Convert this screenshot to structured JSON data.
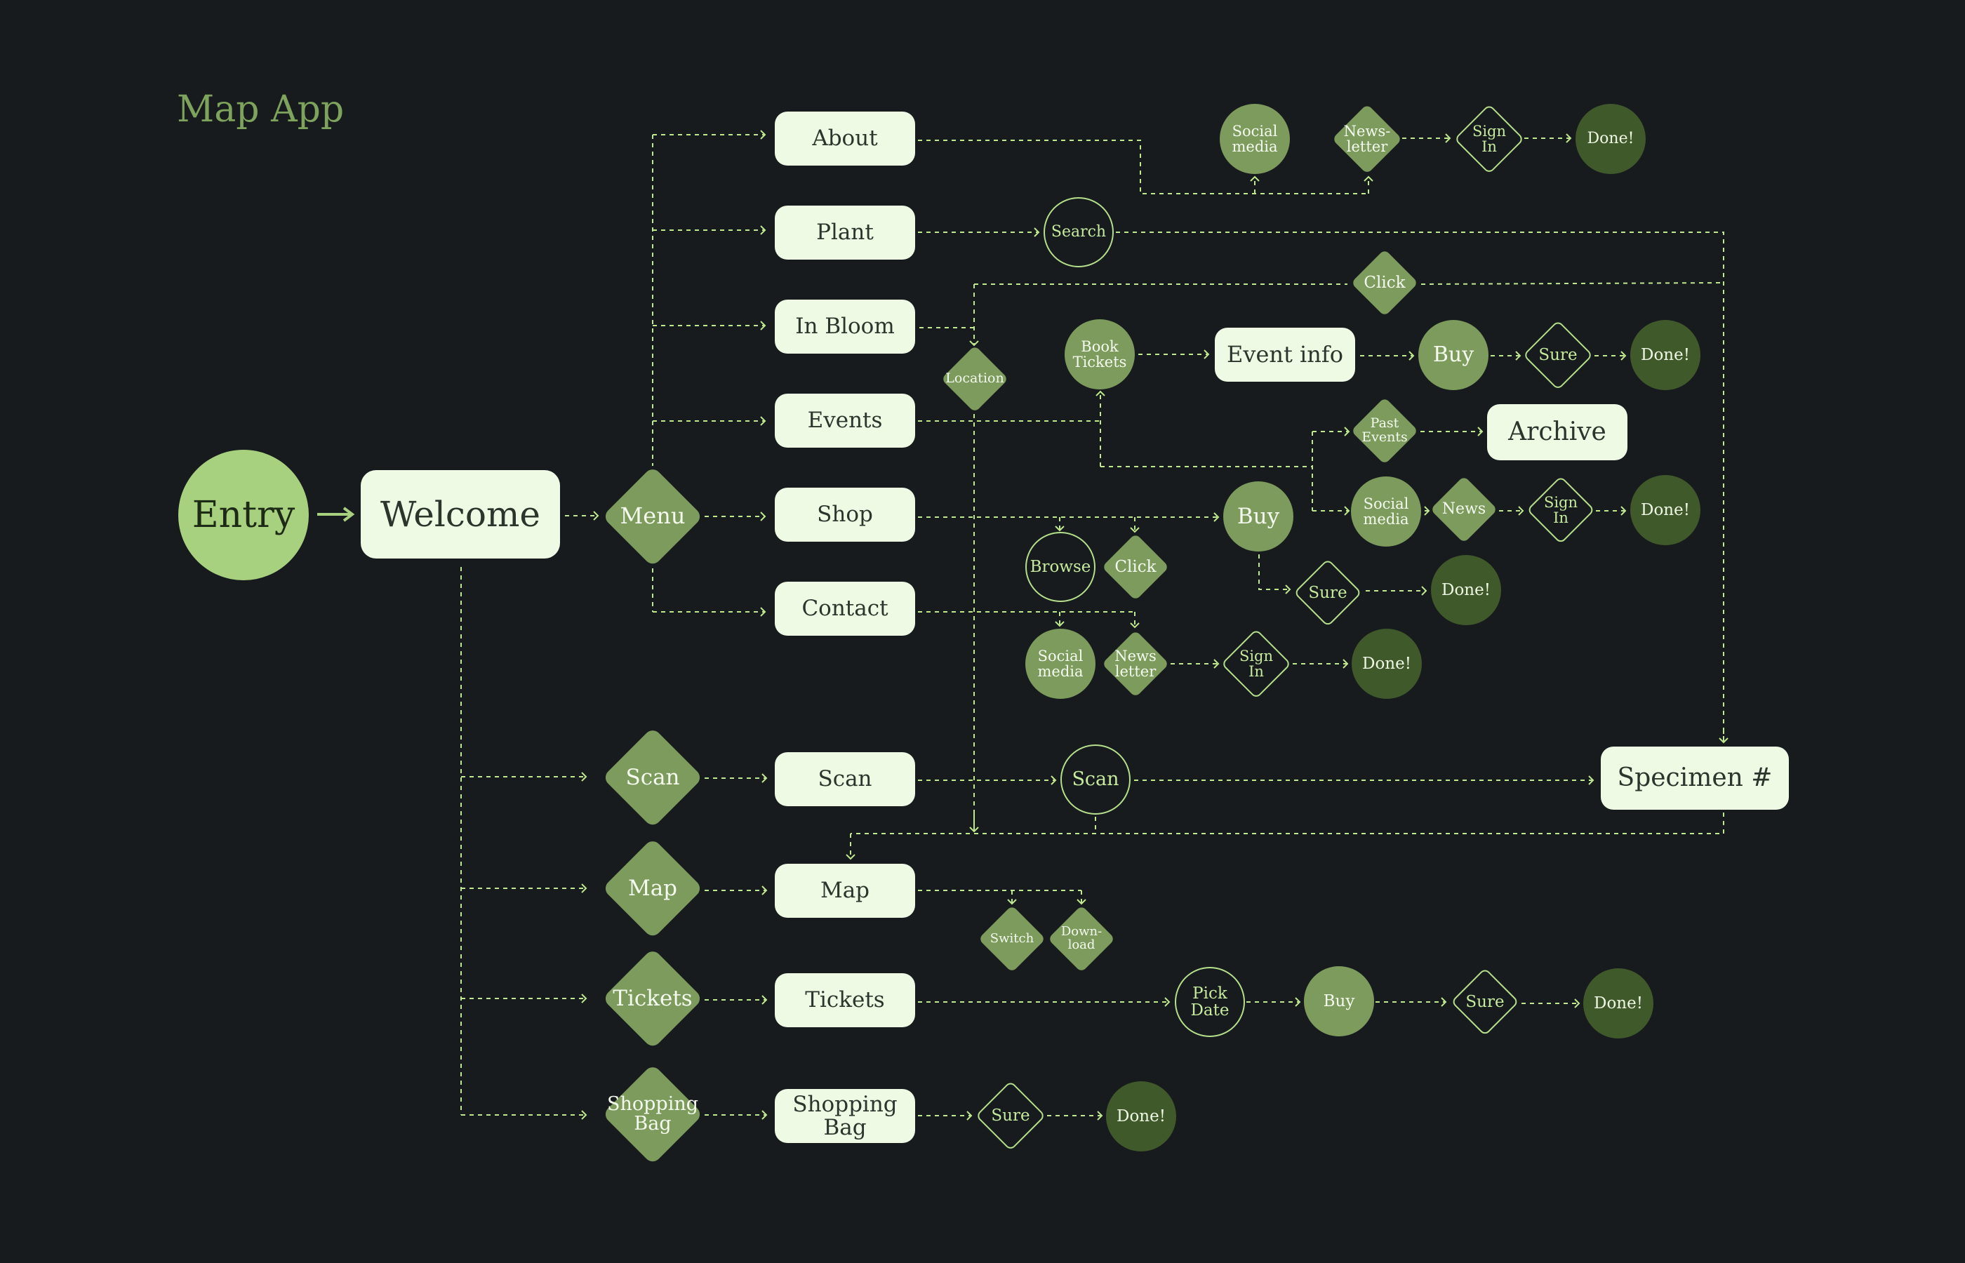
{
  "title": "Map App",
  "colors": {
    "background": "#171b1e",
    "line": "#c0e88f",
    "light_box": "#eefae4",
    "mid_green": "#7c9b5c",
    "dark_green": "#40592a",
    "entry_green": "#a7d07f",
    "title_green": "#7ea35c"
  },
  "nodes": {
    "entry": "Entry",
    "welcome": "Welcome",
    "menu": "Menu",
    "about": "About",
    "plant": "Plant",
    "in_bloom": "In Bloom",
    "events": "Events",
    "shop": "Shop",
    "contact": "Contact",
    "about_social": "Social\nmedia",
    "about_newsletter": "News-\nletter",
    "about_signin": "Sign\nIn",
    "about_done": "Done!",
    "plant_search": "Search",
    "click_top": "Click",
    "location": "Location",
    "book_tickets": "Book\nTickets",
    "event_info": "Event info",
    "events_buy": "Buy",
    "events_sure": "Sure",
    "events_done": "Done!",
    "past_events": "Past\nEvents",
    "archive": "Archive",
    "shop_buy": "Buy",
    "shop_social": "Social\nmedia",
    "shop_news": "News",
    "shop_signin": "Sign\nIn",
    "shop_done": "Done!",
    "shop_sure": "Sure",
    "shop_sure_done": "Done!",
    "browse": "Browse",
    "shop_click": "Click",
    "contact_social": "Social\nmedia",
    "contact_newsletter": "News\nletter",
    "contact_signin": "Sign\nIn",
    "contact_done": "Done!",
    "scan_diamond": "Scan",
    "scan_box": "Scan",
    "scan_circle": "Scan",
    "specimen": "Specimen #",
    "map_diamond": "Map",
    "map_box": "Map",
    "switch": "Switch",
    "download": "Down-\nload",
    "tickets_diamond": "Tickets",
    "tickets_box": "Tickets",
    "pick_date": "Pick\nDate",
    "tickets_buy": "Buy",
    "tickets_sure": "Sure",
    "tickets_done": "Done!",
    "bag_diamond": "Shopping\nBag",
    "bag_box": "Shopping\nBag",
    "bag_sure": "Sure",
    "bag_done": "Done!"
  }
}
